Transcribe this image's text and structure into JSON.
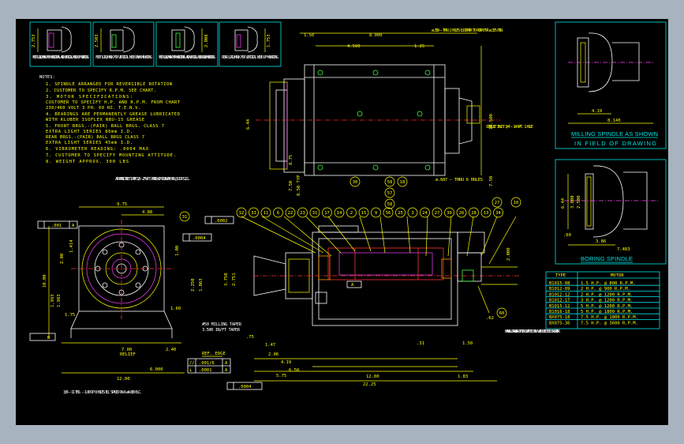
{
  "notes": {
    "title": "NOTES:",
    "lines": [
      "1. SPINDLE ARRANGED FOR REVERSIBLE ROTATION",
      "2. CUSTOMER TO SPECIFY R.P.M. SEE CHART.",
      "3. MOTOR SPECIFICATIONS:",
      "   CUSTOMER TO SPECIFY H.P. AND R.P.M. FROM CHART",
      "   230/460 VOLT 3 PH. 60 HZ. T.E.N.V.",
      "4. BEARINGS ARE PERMANENTLY GREASE LUBRICATED",
      "   WITH KLUBER ISOFLEX NBU-15 GREASE",
      "5. FRONT BRGS.-(PAIR) BALL BRGS. CLASS 7",
      "   EXTRA LIGHT SERIES 80mm I.D.",
      "   REAR BRGS.-(PAIR) BALL BRGS CLASS 7",
      "   EXTRA LIGHT SERIES 45mm I.D.",
      "6. VIBROMETER READING: .0004 MAX",
      "7. CUSTOMER TO SPECIFY MOUNTING ATTITUDE.",
      "8. WEIGHT APPROX. 300 LBS"
    ]
  },
  "mounting_views": [
    {
      "caption": "FOOT LOAD/MASK FOR HORIZONTAL AND VERTICAL NOSE-UP MOUNTING",
      "dim": "2.753"
    },
    {
      "caption": "FOOT LOAD/MASK FOR VERTICAL NOSE-DOWN MOUNTING",
      "dim": "2.503"
    },
    {
      "caption": "FOOT LOAD/MASK FOR HORIZONTAL AND VERTICAL NOSE-DOWN MOUNTING",
      "dim": "2.008"
    },
    {
      "caption": "REAR LOAD/MASK FOR VERTICAL NOSE-UP MOUNTING",
      "dim": "1.753"
    }
  ],
  "top_view": {
    "dims": [
      "1.50",
      "8.000",
      "4.500",
      "1.25",
      "6.44",
      "10.500",
      "8.75",
      "1.50",
      "7.50",
      "8.50 TYP",
      "7.50"
    ],
    "callout_holes": "ø.359 – THRU 2 HOLES CUSTOMER TO REAM FOR ø.375 PIN",
    "callout_conduit": "CONDUIT INLET 3/4 – 14 NPT. 1 HOLE",
    "callout_mount": "ø.687 – THRU 6 HOLES"
  },
  "side_panels": {
    "milling_title_1": "MILLING SPINDLE AS SHOWN",
    "milling_title_2": "IN FIELD OF DRAWING",
    "milling_dims": [
      "4.19",
      "8.140"
    ],
    "boring_title": "BORING SPINDLE",
    "boring_dims": [
      "6.44",
      "3.000",
      "2.500",
      ".60",
      "3.86",
      "7.483"
    ]
  },
  "front_view": {
    "dims": [
      "9.75",
      "4.88",
      "2.00",
      "1.414",
      "1.00",
      "10.00",
      "1.993",
      "1.983",
      "1.75",
      "1.60",
      "7.00",
      "2.40",
      "6.000",
      "12.00",
      "2.250",
      "1.063"
    ],
    "relief": "RELIEF",
    "air_purge": "AIR PURGE INLET 1 PORT 1/8 – 27 N.P.T. PURGE WITH CLEAN DRY AIR @ 5-10 P.S.I.G.",
    "bolt_note": "3/8 – 11 THD. – 1.00 DP 8 HOLES EQ. SPACED ON A ø4.000 B.C.",
    "datum_a": "A",
    "datum_b": "B",
    "tol_001": ".001",
    "tol_0004": ".0004"
  },
  "tolerance_table": {
    "title": "REF. EDGE",
    "rows": [
      [
        "//",
        ".001/6",
        "A"
      ],
      [
        "⊥",
        ".0001",
        "A"
      ]
    ]
  },
  "section_view": {
    "bubbles_top": [
      "12",
      "33",
      "11",
      "6",
      "22",
      "23",
      "31",
      "17",
      "14",
      "2",
      "15",
      "9",
      "56",
      "25",
      "3",
      "24",
      "27",
      "39",
      "26",
      "28",
      "13",
      "34"
    ],
    "bubbles_mid": [
      "30",
      "58",
      "18",
      "57",
      "58",
      "27",
      "10"
    ],
    "bubble_60": "60",
    "taper_note_1": "#50 MILLING TAPER",
    "taper_note_2": "3.500 IN/FT TAPER",
    "manual_note": "MANUAL DRAWBAR OPTION SUPPLIED ONLY WHEN SPECIFIED ON ORDER",
    "dims": [
      ".75",
      "1.47",
      "2.06",
      "4.19",
      "6.50",
      "5.75",
      "12.00",
      "22.25",
      "1.83",
      ".31",
      "1.50",
      ".62",
      "3.750",
      "2.751",
      "2.000"
    ],
    "flatness_a": ".0002",
    "flatness_b": ".0004",
    "datum": "A"
  },
  "motor_table": {
    "header": [
      "TYPE",
      "MOTOR"
    ],
    "rows": [
      [
        "B1015-08",
        "1.5 H.P. @ 800 R.P.M."
      ],
      [
        "B1012-09",
        "2 H.P. @ 900 R.P.M."
      ],
      [
        "B1012-12",
        "2 H.P. @ 1200 R.P.M."
      ],
      [
        "B1012-17",
        "3 H.P. @ 1200 R.P.M."
      ],
      [
        "B1015-12",
        "5 H.P. @ 1200 R.P.M."
      ],
      [
        "B1016-18",
        "5 H.P. @ 1800 R.P.M."
      ],
      [
        "BX075-18",
        "7.5 H.P. @ 1800 R.P.M."
      ],
      [
        "BX075-36",
        "7.5 H.P. @ 3600 R.P.M."
      ]
    ]
  }
}
